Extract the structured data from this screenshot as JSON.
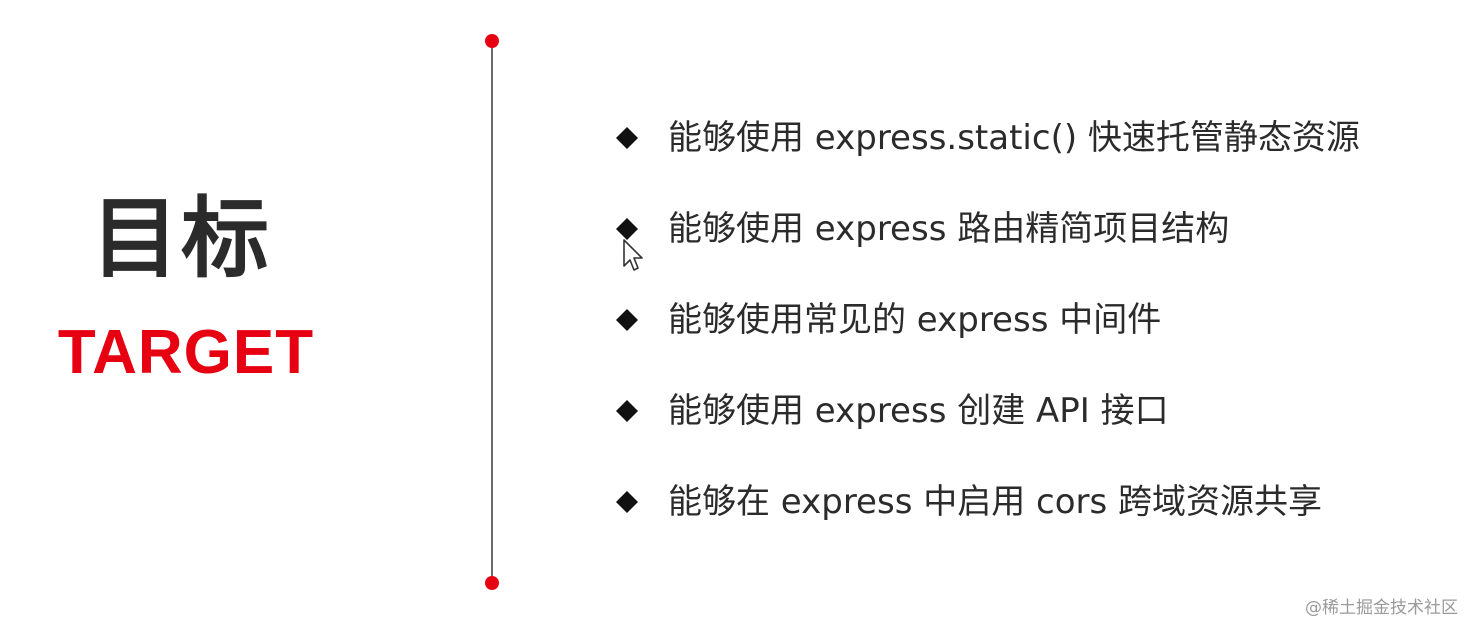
{
  "title": {
    "cn": "目标",
    "en": "TARGET"
  },
  "goals": [
    "能够使用 express.static() 快速托管静态资源",
    "能够使用 express 路由精简项目结构",
    "能够使用常见的 express 中间件",
    "能够使用 express 创建 API 接口",
    "能够在 express 中启用 cors 跨域资源共享"
  ],
  "watermark": "@稀土掘金技术社区",
  "colors": {
    "accent": "#e60012",
    "text": "#2b2b2b",
    "line": "#6b6b6b"
  },
  "icons": {
    "bullet": "diamond-bullet-icon",
    "cursor": "mouse-pointer-icon"
  }
}
